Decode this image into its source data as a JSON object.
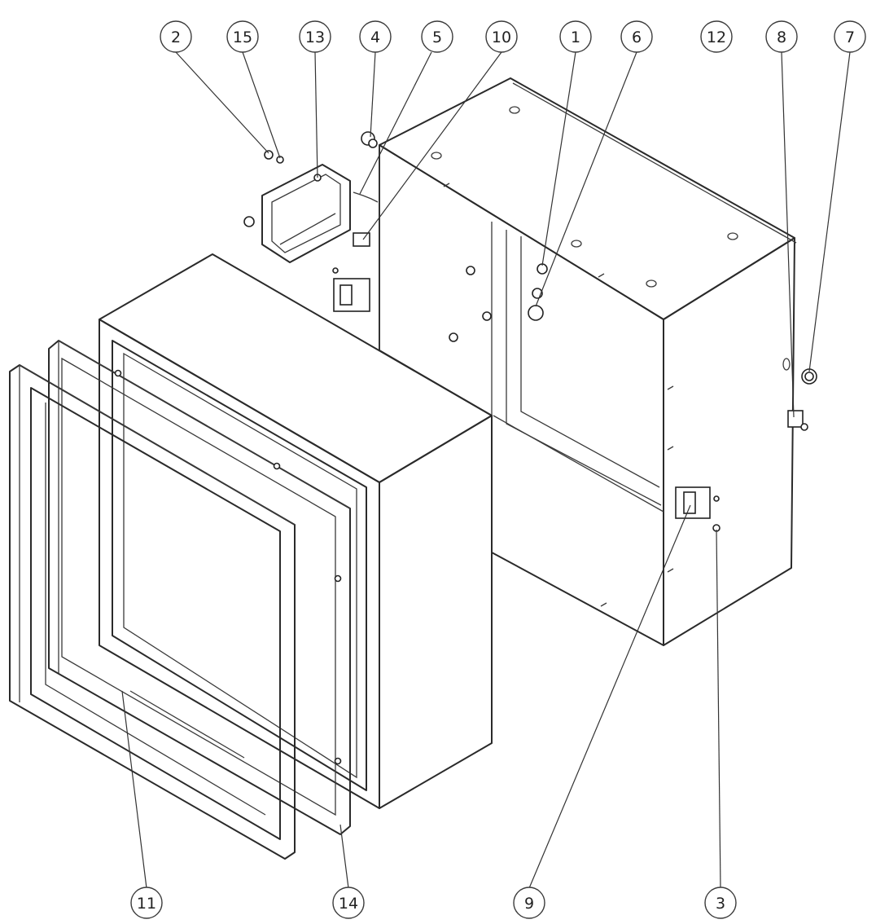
{
  "callouts": [
    {
      "label": "2"
    },
    {
      "label": "15"
    },
    {
      "label": "13"
    },
    {
      "label": "4"
    },
    {
      "label": "5"
    },
    {
      "label": "10"
    },
    {
      "label": "1"
    },
    {
      "label": "6"
    },
    {
      "label": "12"
    },
    {
      "label": "8"
    },
    {
      "label": "7"
    },
    {
      "label": "11"
    },
    {
      "label": "14"
    },
    {
      "label": "9"
    },
    {
      "label": "3"
    }
  ]
}
